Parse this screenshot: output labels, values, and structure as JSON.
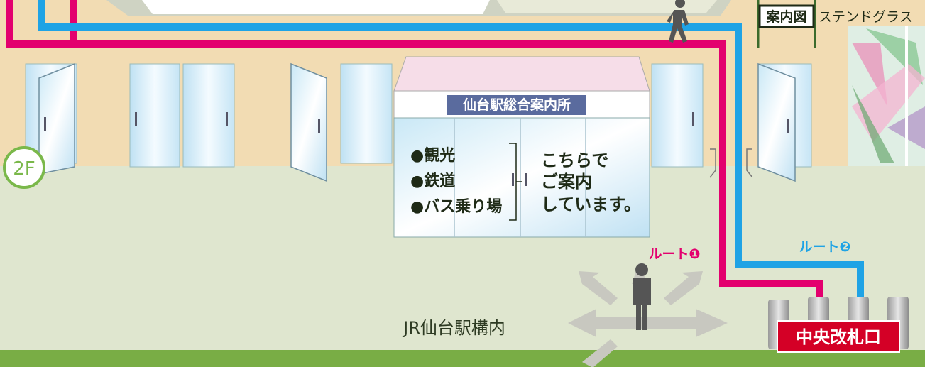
{
  "colors": {
    "route1": "#e3006e",
    "route2": "#1fa3e5",
    "wall": "#f2dcb3",
    "floor": "#dfe6cf",
    "floor_edge": "#79ad45",
    "accent_green": "#7ab84a",
    "signboard": "#5a6b9e",
    "ticket_gate_sign": "#d40026",
    "dark_text": "#1e2a16"
  },
  "header_sign": {
    "tag": "案内図",
    "label": "ステンドグラス"
  },
  "floor_badge": "2F",
  "info_center": {
    "name": "仙台駅総合案内所",
    "services": [
      "●観光",
      "●鉄道",
      "●バス乗り場"
    ],
    "message_lines": [
      "こちらで",
      "ご案内",
      "しています。"
    ]
  },
  "routes": [
    {
      "label": "ルート❶",
      "color": "#e3006e"
    },
    {
      "label": "ルート❷",
      "color": "#1fa3e5"
    }
  ],
  "station_label": "JR仙台駅構内",
  "ticket_gate": "中央改札口",
  "icons": [
    "walking-person-icon",
    "standing-person-icon",
    "direction-arrows-icon"
  ]
}
